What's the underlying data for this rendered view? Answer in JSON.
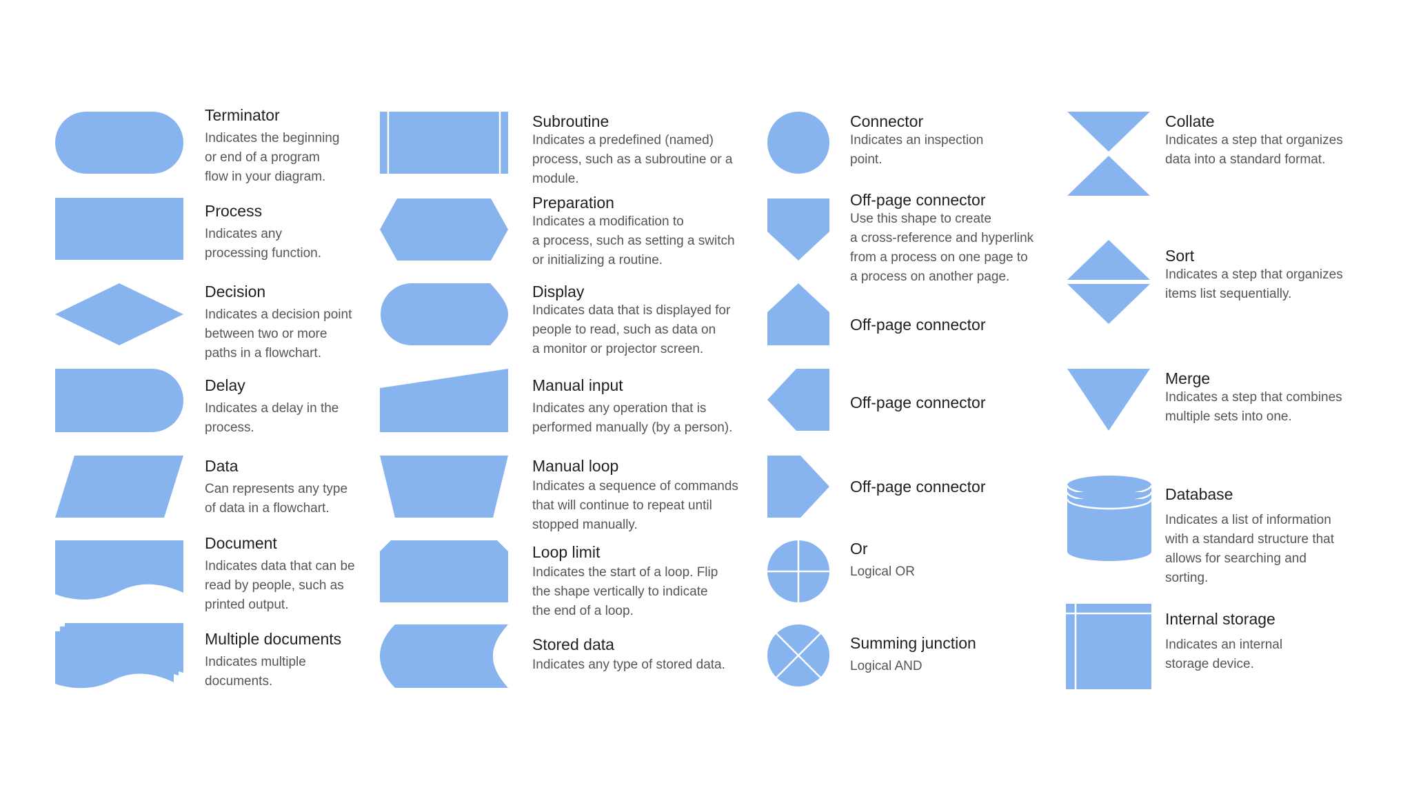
{
  "symbols": [
    {
      "title": "Terminator",
      "lines": [
        "Indicates the beginning",
        "or end of a program",
        "flow in your diagram."
      ]
    },
    {
      "title": "Process",
      "lines": [
        "Indicates any",
        "processing function."
      ]
    },
    {
      "title": "Decision",
      "lines": [
        "Indicates a decision point",
        "between two or more",
        "paths in a flowchart."
      ]
    },
    {
      "title": "Delay",
      "lines": [
        "Indicates a delay in the",
        "process."
      ]
    },
    {
      "title": "Data",
      "lines": [
        "Can represents any type",
        "of data in a flowchart."
      ]
    },
    {
      "title": "Document",
      "lines": [
        "Indicates data that can be",
        "read by people, such as",
        "printed output."
      ]
    },
    {
      "title": "Multiple documents",
      "lines": [
        "Indicates multiple",
        "documents."
      ]
    },
    {
      "title": "Subroutine",
      "lines": [
        "Indicates a predefined (named)",
        "process, such as a subroutine or a",
        "module."
      ]
    },
    {
      "title": "Preparation",
      "lines": [
        "Indicates a modification to",
        "a process, such as setting a switch",
        "or initializing a routine."
      ]
    },
    {
      "title": "Display",
      "lines": [
        "Indicates data that is displayed for",
        "people to read, such as data on",
        "a monitor or projector screen."
      ]
    },
    {
      "title": "Manual input",
      "lines": [
        "Indicates any operation that is",
        "performed manually (by a person)."
      ]
    },
    {
      "title": "Manual loop",
      "lines": [
        "Indicates a sequence of commands",
        "that will continue to repeat until",
        "stopped manually."
      ]
    },
    {
      "title": "Loop limit",
      "lines": [
        "Indicates the start of a loop. Flip",
        "the shape vertically to indicate",
        "the end of a loop."
      ]
    },
    {
      "title": "Stored data",
      "lines": [
        "Indicates any type of stored data."
      ]
    },
    {
      "title": "Connector",
      "lines": [
        "Indicates an inspection",
        "point."
      ]
    },
    {
      "title": "Off-page connector",
      "lines": [
        "Use this shape to create",
        "a cross-reference and hyperlink",
        "from a process on one page to",
        "a process on another page."
      ]
    },
    {
      "title": "Off-page connector",
      "lines": []
    },
    {
      "title": "Off-page connector",
      "lines": []
    },
    {
      "title": "Off-page connector",
      "lines": []
    },
    {
      "title": "Or",
      "lines": [
        "Logical OR"
      ]
    },
    {
      "title": "Summing junction",
      "lines": [
        "Logical AND"
      ]
    },
    {
      "title": "Collate",
      "lines": [
        "Indicates a step that organizes",
        "data into a standard format."
      ]
    },
    {
      "title": "Sort",
      "lines": [
        "Indicates a step that organizes",
        "items list sequentially."
      ]
    },
    {
      "title": "Merge",
      "lines": [
        "Indicates a step that combines",
        "multiple sets into one."
      ]
    },
    {
      "title": "Database",
      "lines": [
        "Indicates a list of information",
        "with a standard structure that",
        "allows for searching and",
        "sorting."
      ]
    },
    {
      "title": "Internal storage",
      "lines": [
        "Indicates an internal",
        "storage device."
      ]
    }
  ],
  "shape_color": "#87b3ee"
}
